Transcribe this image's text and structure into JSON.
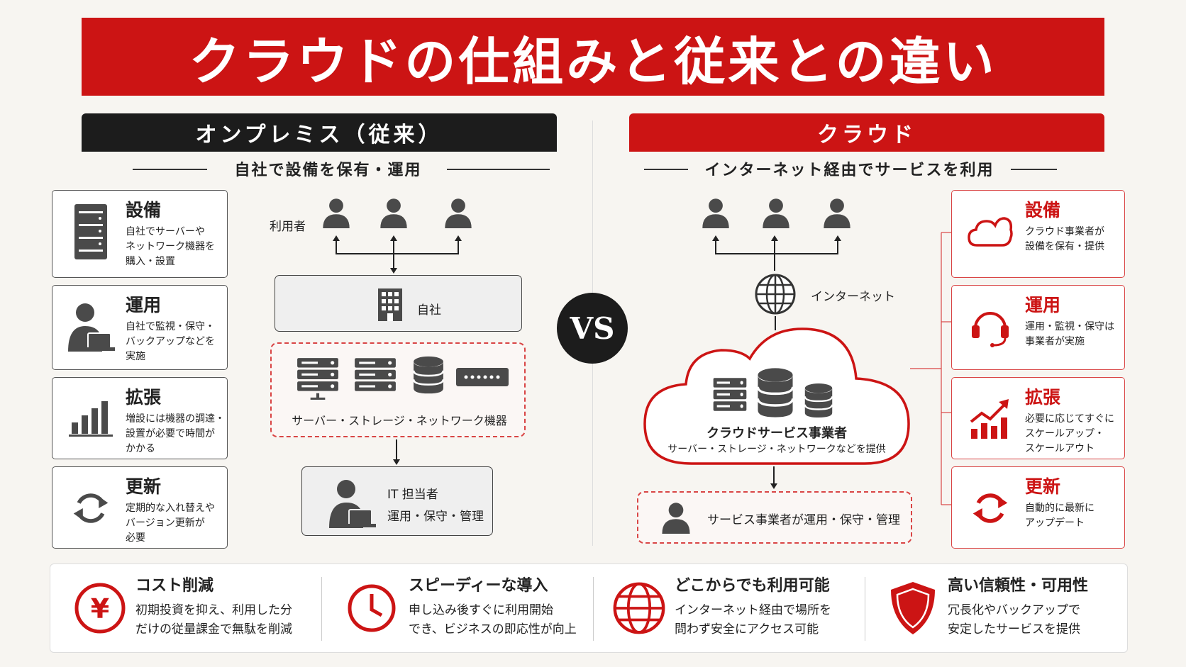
{
  "title": "クラウドの仕組みと従来との違い",
  "vs": "VS",
  "onprem": {
    "header": "オンプレミス（従来）",
    "subtitle": "自社で設備を保有・運用",
    "cards": [
      {
        "title": "設備",
        "desc": "自社でサーバーや\nネットワーク機器を\n購入・設置",
        "icon": "server-rack-icon"
      },
      {
        "title": "運用",
        "desc": "自社で監視・保守・\nバックアップなどを\n実施",
        "icon": "person-laptop-icon"
      },
      {
        "title": "拡張",
        "desc": "増設には機器の調達・\n設置が必要で時間が\nかかる",
        "icon": "bar-chart-icon"
      },
      {
        "title": "更新",
        "desc": "定期的な入れ替えや\nバージョン更新が\n必要",
        "icon": "refresh-icon"
      }
    ],
    "users_label": "利用者",
    "company_label": "自社",
    "equipment_label": "サーバー・ストレージ・ネットワーク機器",
    "it_staff_title": "IT 担当者",
    "it_staff_desc": "運用・保守・管理"
  },
  "cloud": {
    "header": "クラウド",
    "subtitle": "インターネット経由でサービスを利用",
    "internet_label": "インターネット",
    "provider_title": "クラウドサービス事業者",
    "provider_desc": "サーバー・ストレージ・ネットワークなどを提供",
    "operator_label": "サービス事業者が運用・保守・管理",
    "cards": [
      {
        "title": "設備",
        "desc": "クラウド事業者が\n設備を保有・提供",
        "icon": "cloud-icon"
      },
      {
        "title": "運用",
        "desc": "運用・監視・保守は\n事業者が実施",
        "icon": "headset-icon"
      },
      {
        "title": "拡張",
        "desc": "必要に応じてすぐに\nスケールアップ・\nスケールアウト",
        "icon": "growth-chart-icon"
      },
      {
        "title": "更新",
        "desc": "自動的に最新に\nアップデート",
        "icon": "refresh-icon"
      }
    ]
  },
  "benefits": [
    {
      "title": "コスト削減",
      "desc": "初期投資を抑え、利用した分\nだけの従量課金で無駄を削減",
      "icon": "yen-icon"
    },
    {
      "title": "スピーディーな導入",
      "desc": "申し込み後すぐに利用開始\nでき、ビジネスの即応性が向上",
      "icon": "clock-icon"
    },
    {
      "title": "どこからでも利用可能",
      "desc": "インターネット経由で場所を\n問わず安全にアクセス可能",
      "icon": "globe-icon"
    },
    {
      "title": "高い信頼性・可用性",
      "desc": "冗長化やバックアップで\n安定したサービスを提供",
      "icon": "shield-icon"
    }
  ],
  "colors": {
    "accent": "#cc1414",
    "dark": "#1c1c1c",
    "icon": "#4a4a4a"
  }
}
